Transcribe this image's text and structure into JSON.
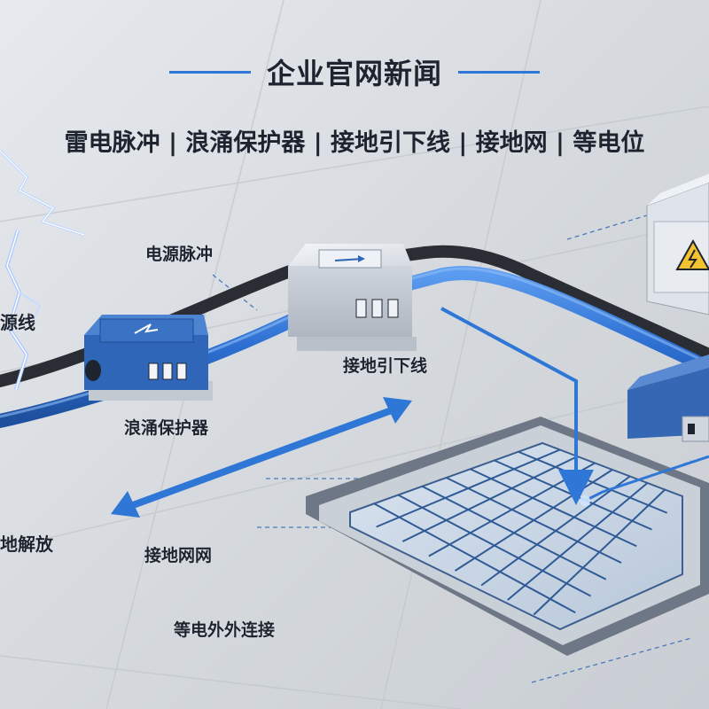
{
  "header": {
    "title": "企业官网新闻",
    "subtitle": "雷电脉冲 | 浪涌保护器 | 接地引下线 | 接地网 | 等电位"
  },
  "labels": {
    "power_line": "源线",
    "power_pulse": "电源脉冲",
    "surge_protector": "浪涌保护器",
    "down_conductor": "接地引下线",
    "ground_release": "地解放",
    "grounding_grid": "接地网网",
    "equipotential": "等电外外连接"
  },
  "colors": {
    "accent_blue": "#2f77d6",
    "cable_blue": "#2c6fd1",
    "cable_black": "#2a2d33",
    "warning_yellow": "#f2c230",
    "floor": "#d9dde2"
  },
  "icons": {
    "lightning": "lightning-bolt-icon",
    "warning": "high-voltage-warning-icon"
  }
}
